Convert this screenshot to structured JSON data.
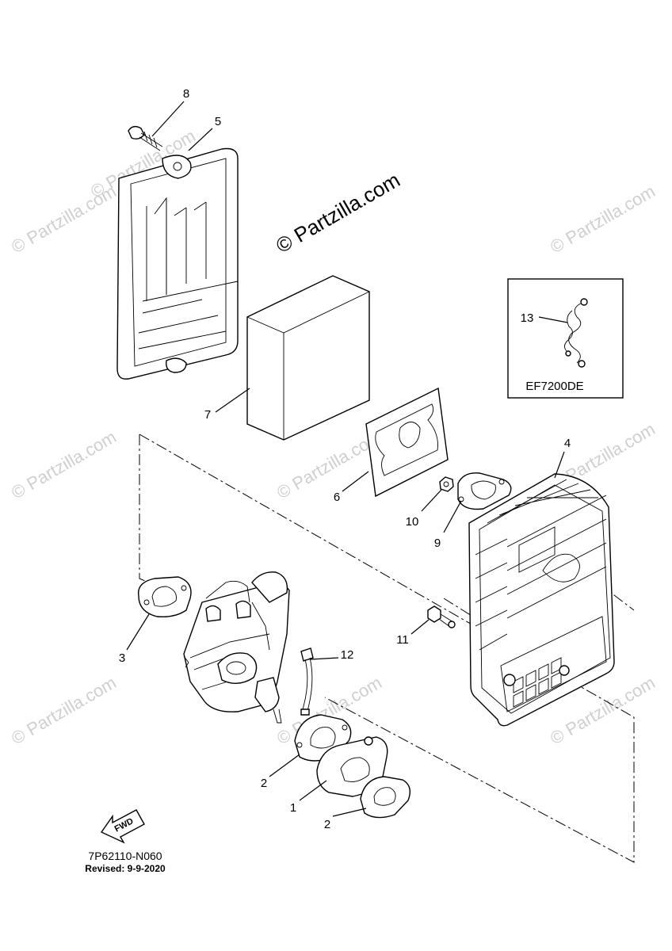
{
  "watermark": {
    "main_text": "© Partzilla.com",
    "tile_text": "© Partzilla.com"
  },
  "callouts": {
    "c1": "1",
    "c2a": "2",
    "c2b": "2",
    "c3": "3",
    "c4": "4",
    "c5": "5",
    "c6": "6",
    "c7": "7",
    "c8": "8",
    "c9": "9",
    "c10": "10",
    "c11": "11",
    "c12": "12",
    "c13": "13"
  },
  "inset": {
    "model_label": "EF7200DE"
  },
  "fwd_arrow": {
    "label": "FWD"
  },
  "footer": {
    "diagram_code": "7P62110-N060",
    "revised": "Revised: 9-9-2020"
  }
}
